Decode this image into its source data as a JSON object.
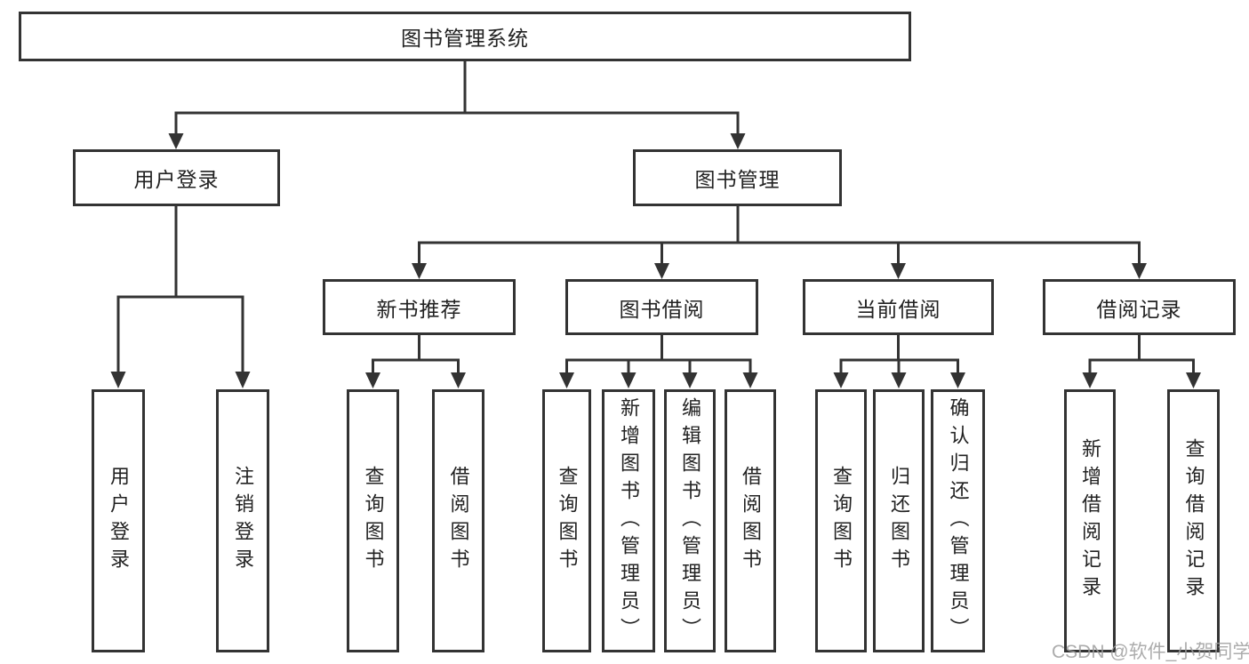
{
  "root": {
    "label": "图书管理系统"
  },
  "level2": [
    {
      "label": "用户登录"
    },
    {
      "label": "图书管理"
    }
  ],
  "level3": [
    {
      "label": "新书推荐"
    },
    {
      "label": "图书借阅"
    },
    {
      "label": "当前借阅"
    },
    {
      "label": "借阅记录"
    }
  ],
  "leaves": {
    "user_login": [
      {
        "label": "用户登录"
      },
      {
        "label": "注销登录"
      }
    ],
    "new_books": [
      {
        "label": "查询图书"
      },
      {
        "label": "借阅图书"
      }
    ],
    "book_borrow": [
      {
        "label": "查询图书"
      },
      {
        "label": "新增图书（管理员）"
      },
      {
        "label": "编辑图书（管理员）"
      },
      {
        "label": "借阅图书"
      }
    ],
    "current_borrow": [
      {
        "label": "查询图书"
      },
      {
        "label": "归还图书"
      },
      {
        "label": "确认归还（管理员）"
      }
    ],
    "borrow_records": [
      {
        "label": "新增借阅记录"
      },
      {
        "label": "查询借阅记录"
      }
    ]
  },
  "watermark": {
    "text": "CSDN @软件_小贺同学"
  },
  "colors": {
    "line": "#333333",
    "box_fill": "#ffffff",
    "text": "#222222",
    "watermark": "#9e9e9e",
    "background": "#ffffff"
  }
}
